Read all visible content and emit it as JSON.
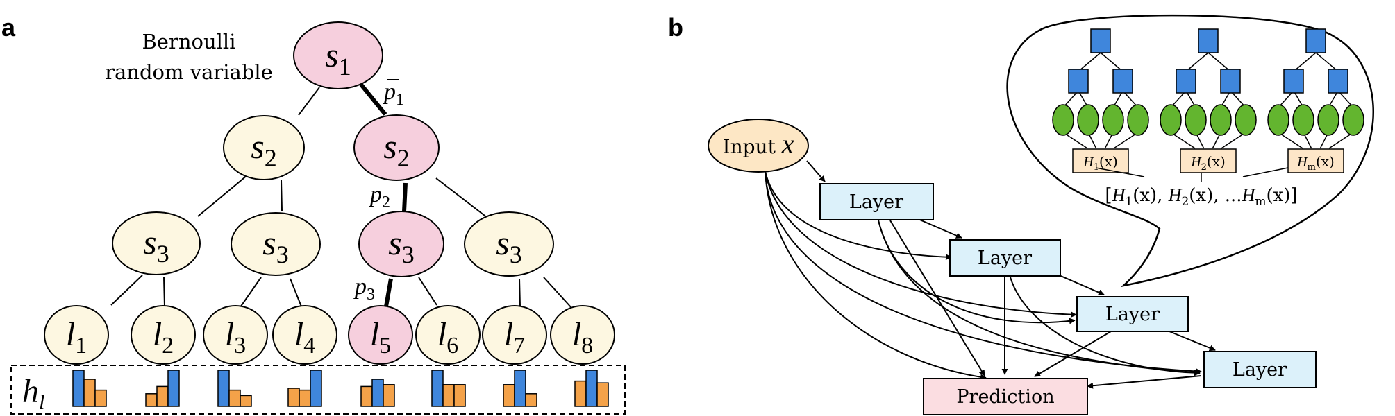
{
  "colors": {
    "node_fill": "#fdf7e1",
    "selected_fill": "#f6cfdd",
    "stroke": "#000000",
    "bar_blue": "#3f86dc",
    "bar_orange": "#f4a249",
    "layer_fill": "#dcf1fa",
    "prediction_fill": "#fbdde1",
    "input_fill": "#fde7c5",
    "h_box_fill": "#fde6c8",
    "square_blue": "#3f86dc",
    "leaf_green": "#63b52f"
  },
  "panel_a": {
    "panel_label": "a",
    "bernoulli_line1": "Bernoulli",
    "bernoulli_line2": "random variable",
    "nodes": {
      "s1": {
        "base": "s",
        "sub": "1"
      },
      "s2_left": {
        "base": "s",
        "sub": "2"
      },
      "s2_right": {
        "base": "s",
        "sub": "2"
      },
      "s3_1": {
        "base": "s",
        "sub": "3"
      },
      "s3_2": {
        "base": "s",
        "sub": "3"
      },
      "s3_3": {
        "base": "s",
        "sub": "3"
      },
      "s3_4": {
        "base": "s",
        "sub": "3"
      }
    },
    "leaves": [
      {
        "base": "l",
        "sub": "1"
      },
      {
        "base": "l",
        "sub": "2"
      },
      {
        "base": "l",
        "sub": "3"
      },
      {
        "base": "l",
        "sub": "4"
      },
      {
        "base": "l",
        "sub": "5"
      },
      {
        "base": "l",
        "sub": "6"
      },
      {
        "base": "l",
        "sub": "7"
      },
      {
        "base": "l",
        "sub": "8"
      }
    ],
    "edge_labels": {
      "p1": {
        "base": "p",
        "sub": "1",
        "bar": "¯"
      },
      "p2": {
        "base": "p",
        "sub": "2"
      },
      "p3": {
        "base": "p",
        "sub": "3"
      }
    },
    "hl_label": {
      "base": "h",
      "sub": "l"
    },
    "histograms": [
      [
        1.0,
        0.75,
        0.45
      ],
      [
        0.35,
        0.55,
        1.0
      ],
      [
        1.0,
        0.45,
        0.3
      ],
      [
        0.5,
        0.45,
        1.0
      ],
      [
        0.55,
        0.75,
        0.6
      ],
      [
        1.0,
        0.6,
        0.6
      ],
      [
        0.6,
        1.0,
        0.35
      ],
      [
        0.7,
        1.0,
        0.65
      ]
    ]
  },
  "panel_b": {
    "panel_label": "b",
    "input_text": "Input ",
    "input_var": "x",
    "layers": [
      "Layer",
      "Layer",
      "Layer",
      "Layer"
    ],
    "prediction": "Prediction",
    "trees": [
      {
        "h_base": "H",
        "h_sub": "1",
        "h_arg": "(x)"
      },
      {
        "h_base": "H",
        "h_sub": "2",
        "h_arg": "(x)"
      },
      {
        "h_base": "H",
        "h_sub": "m",
        "h_arg": "(x)"
      }
    ],
    "concat_parts": {
      "open": "[",
      "h": "H",
      "s1": "1",
      "s2": "2",
      "sm": "m",
      "arg": "(x)",
      "sep": ", ",
      "dots": "...",
      "close": "]"
    }
  }
}
